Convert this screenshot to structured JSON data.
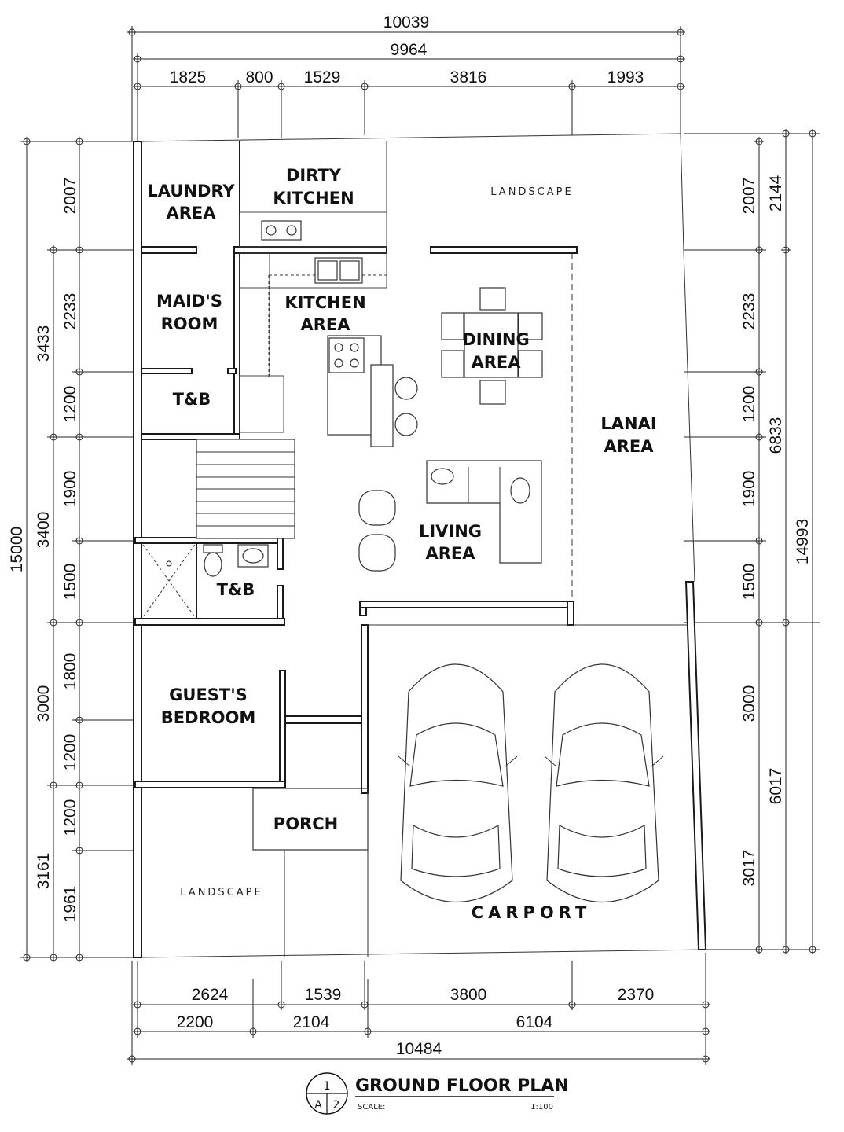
{
  "rooms": {
    "laundry": [
      "LAUNDRY",
      "AREA"
    ],
    "dirty_kitchen": [
      "DIRTY",
      "KITCHEN"
    ],
    "landscape_top": "LANDSCAPE",
    "maids_room": [
      "MAID'S",
      "ROOM"
    ],
    "kitchen": [
      "KITCHEN",
      "AREA"
    ],
    "dining": [
      "DINING",
      "AREA"
    ],
    "tb_upper": "T&B",
    "lanai": [
      "LANAI",
      "AREA"
    ],
    "living": [
      "LIVING",
      "AREA"
    ],
    "tb_lower": "T&B",
    "guest_bedroom": [
      "GUEST'S",
      "BEDROOM"
    ],
    "porch": "PORCH",
    "landscape_bottom": "LANDSCAPE",
    "carport": "CARPORT"
  },
  "dimensions": {
    "top_overall": "10039",
    "top_second": "9964",
    "top_segments": [
      "1825",
      "800",
      "1529",
      "3816",
      "1993"
    ],
    "bottom_segments": [
      "2624",
      "1539",
      "3800",
      "2370"
    ],
    "bottom_second": [
      "2200",
      "2104",
      "6104"
    ],
    "bottom_overall": "10484",
    "left_overall": "15000",
    "left_groups": [
      "3433",
      "3400",
      "3000",
      "3161"
    ],
    "left_segments": [
      "2007",
      "2233",
      "1200",
      "1900",
      "1500",
      "1800",
      "1200",
      "1200",
      "1961"
    ],
    "right_segments": [
      "2007",
      "2233",
      "1200",
      "1900",
      "1500",
      "3000",
      "3017"
    ],
    "right_groups": [
      "2144",
      "6833",
      "6017"
    ],
    "right_overall": "14993"
  },
  "title_block": {
    "sheet_number": "1",
    "sheet_code_a": "A",
    "sheet_code_b": "2",
    "title": "GROUND FLOOR PLAN",
    "scale_label": "SCALE:",
    "scale_value": "1:100"
  }
}
